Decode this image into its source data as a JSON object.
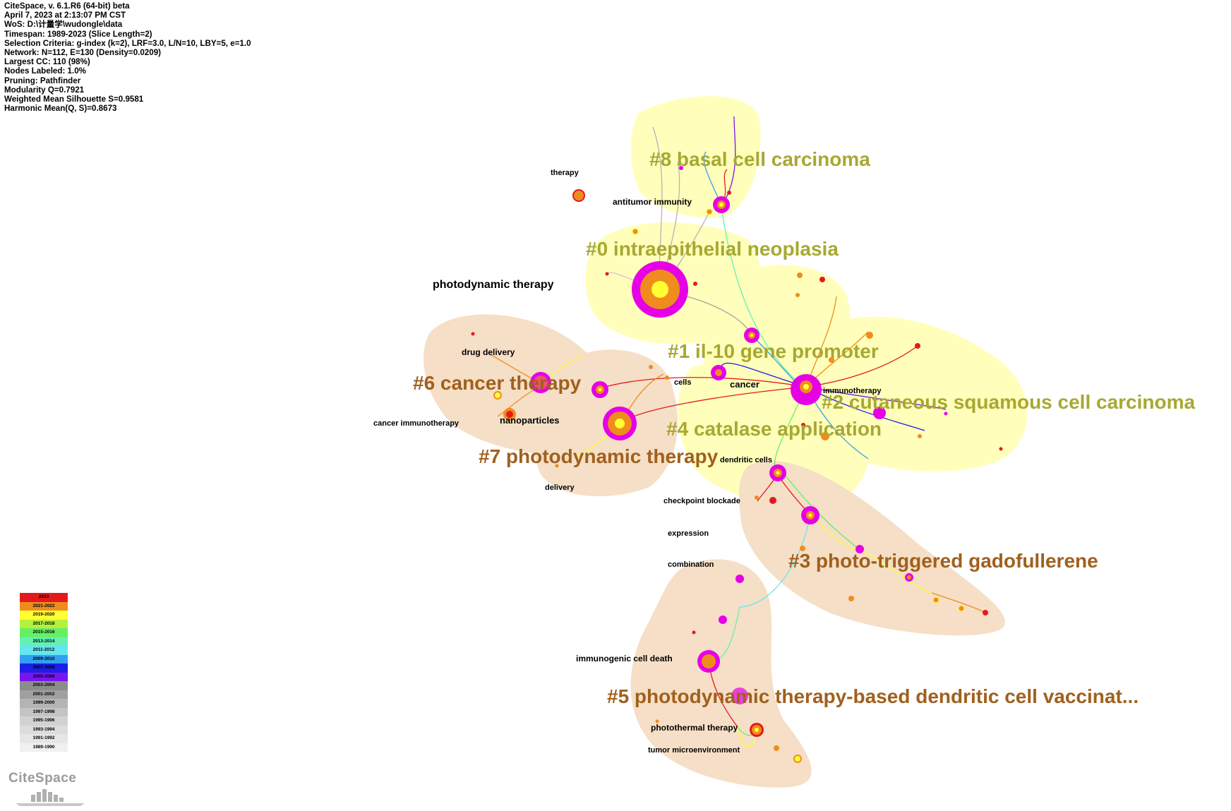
{
  "info_lines": [
    "CiteSpace, v. 6.1.R6 (64-bit) beta",
    "April 7, 2023 at 2:13:07 PM CST",
    "WoS: D:\\计量学\\wudongle\\data",
    "Timespan: 1989-2023 (Slice Length=2)",
    "Selection Criteria: g-index (k=2), LRF=3.0, L/N=10, LBY=5, e=1.0",
    "Network: N=112, E=130 (Density=0.0209)",
    "Largest CC: 110 (98%)",
    "Nodes Labeled: 1.0%",
    "Pruning: Pathfinder",
    "Modularity Q=0.7921",
    "Weighted Mean Silhouette S=0.9581",
    "Harmonic Mean(Q, S)=0.8673"
  ],
  "clusters": [
    {
      "id": "c8",
      "label": "#8 basal cell carcinoma",
      "color": "#a8a832"
    },
    {
      "id": "c0",
      "label": "#0 intraepithelial neoplasia",
      "color": "#a8a832"
    },
    {
      "id": "c1",
      "label": "#1 il-10 gene promoter",
      "color": "#a8a832"
    },
    {
      "id": "c2",
      "label": "#2 cutaneous squamous cell carcinoma",
      "color": "#a8a832"
    },
    {
      "id": "c4",
      "label": "#4 catalase application",
      "color": "#a8a832"
    },
    {
      "id": "c6",
      "label": "#6 cancer therapy",
      "color": "#a0601e"
    },
    {
      "id": "c7",
      "label": "#7 photodynamic therapy",
      "color": "#a0601e"
    },
    {
      "id": "c3",
      "label": "#3 photo-triggered gadofullerene",
      "color": "#a0601e"
    },
    {
      "id": "c5",
      "label": "#5 photodynamic therapy-based dendritic cell vaccinat...",
      "color": "#a0601e"
    }
  ],
  "keywords": [
    {
      "id": "k_therapy",
      "label": "therapy"
    },
    {
      "id": "k_antitumor",
      "label": "antitumor immunity"
    },
    {
      "id": "k_pdt",
      "label": "photodynamic therapy"
    },
    {
      "id": "k_drug",
      "label": "drug delivery"
    },
    {
      "id": "k_cells",
      "label": "cells"
    },
    {
      "id": "k_cancer",
      "label": "cancer"
    },
    {
      "id": "k_immuno",
      "label": "immunotherapy"
    },
    {
      "id": "k_cancerimmuno",
      "label": "cancer immunotherapy"
    },
    {
      "id": "k_nano",
      "label": "nanoparticles"
    },
    {
      "id": "k_dendritic",
      "label": "dendritic cells"
    },
    {
      "id": "k_delivery",
      "label": "delivery"
    },
    {
      "id": "k_checkpoint",
      "label": "checkpoint blockade"
    },
    {
      "id": "k_expression",
      "label": "expression"
    },
    {
      "id": "k_combination",
      "label": "combination"
    },
    {
      "id": "k_icd",
      "label": "immunogenic cell death"
    },
    {
      "id": "k_ptt",
      "label": "photothermal therapy"
    },
    {
      "id": "k_tme",
      "label": "tumor microenvironment"
    }
  ],
  "legend": [
    {
      "label": "2023",
      "color": "#e31a1c"
    },
    {
      "label": "2021-2022",
      "color": "#f08c1e"
    },
    {
      "label": "2019-2020",
      "color": "#ffff32"
    },
    {
      "label": "2017-2018",
      "color": "#b4f03c"
    },
    {
      "label": "2015-2016",
      "color": "#64f064"
    },
    {
      "label": "2013-2014",
      "color": "#64f0b4"
    },
    {
      "label": "2011-2012",
      "color": "#64e6f0"
    },
    {
      "label": "2009-2010",
      "color": "#32a0f0"
    },
    {
      "label": "2007-2008",
      "color": "#1e1ee6"
    },
    {
      "label": "2005-2006",
      "color": "#7814f0"
    },
    {
      "label": "2003-2004",
      "color": "#8c8c8c"
    },
    {
      "label": "2001-2002",
      "color": "#a0a0a0"
    },
    {
      "label": "1999-2000",
      "color": "#b4b4b4"
    },
    {
      "label": "1997-1998",
      "color": "#c4c4c4"
    },
    {
      "label": "1995-1996",
      "color": "#d2d2d2"
    },
    {
      "label": "1993-1994",
      "color": "#dcdcdc"
    },
    {
      "label": "1991-1992",
      "color": "#e6e6e6"
    },
    {
      "label": "1989-1990",
      "color": "#f0f0f0"
    }
  ],
  "logo_text": "CiteSpace",
  "colors": {
    "node_ring": "#e600e6",
    "node_mid": "#f08c1e",
    "node_core": "#ffff32",
    "cluster_fill_yellow": "#ffffb4",
    "cluster_fill_orange": "#f5dcc0"
  }
}
